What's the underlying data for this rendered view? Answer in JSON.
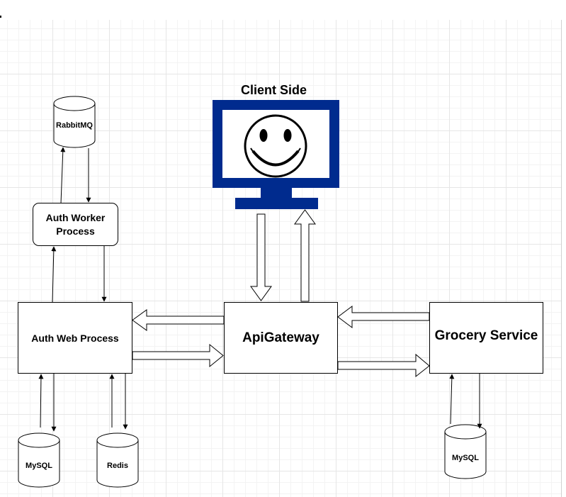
{
  "diagram": {
    "client": {
      "title": "Client Side",
      "icon": "monitor-smiley-icon",
      "color": "#002b8e"
    },
    "nodes": {
      "rabbitmq": "RabbitMQ",
      "auth_worker": "Auth Worker Process",
      "auth_web": "Auth Web Process",
      "api_gateway": "ApiGateway",
      "grocery_service": "Grocery Service",
      "mysql_auth": "MySQL",
      "redis": "Redis",
      "mysql_grocery": "MySQL"
    },
    "colors": {
      "stroke": "#000000",
      "fill": "#ffffff",
      "grid": "#e6e6e6"
    }
  }
}
